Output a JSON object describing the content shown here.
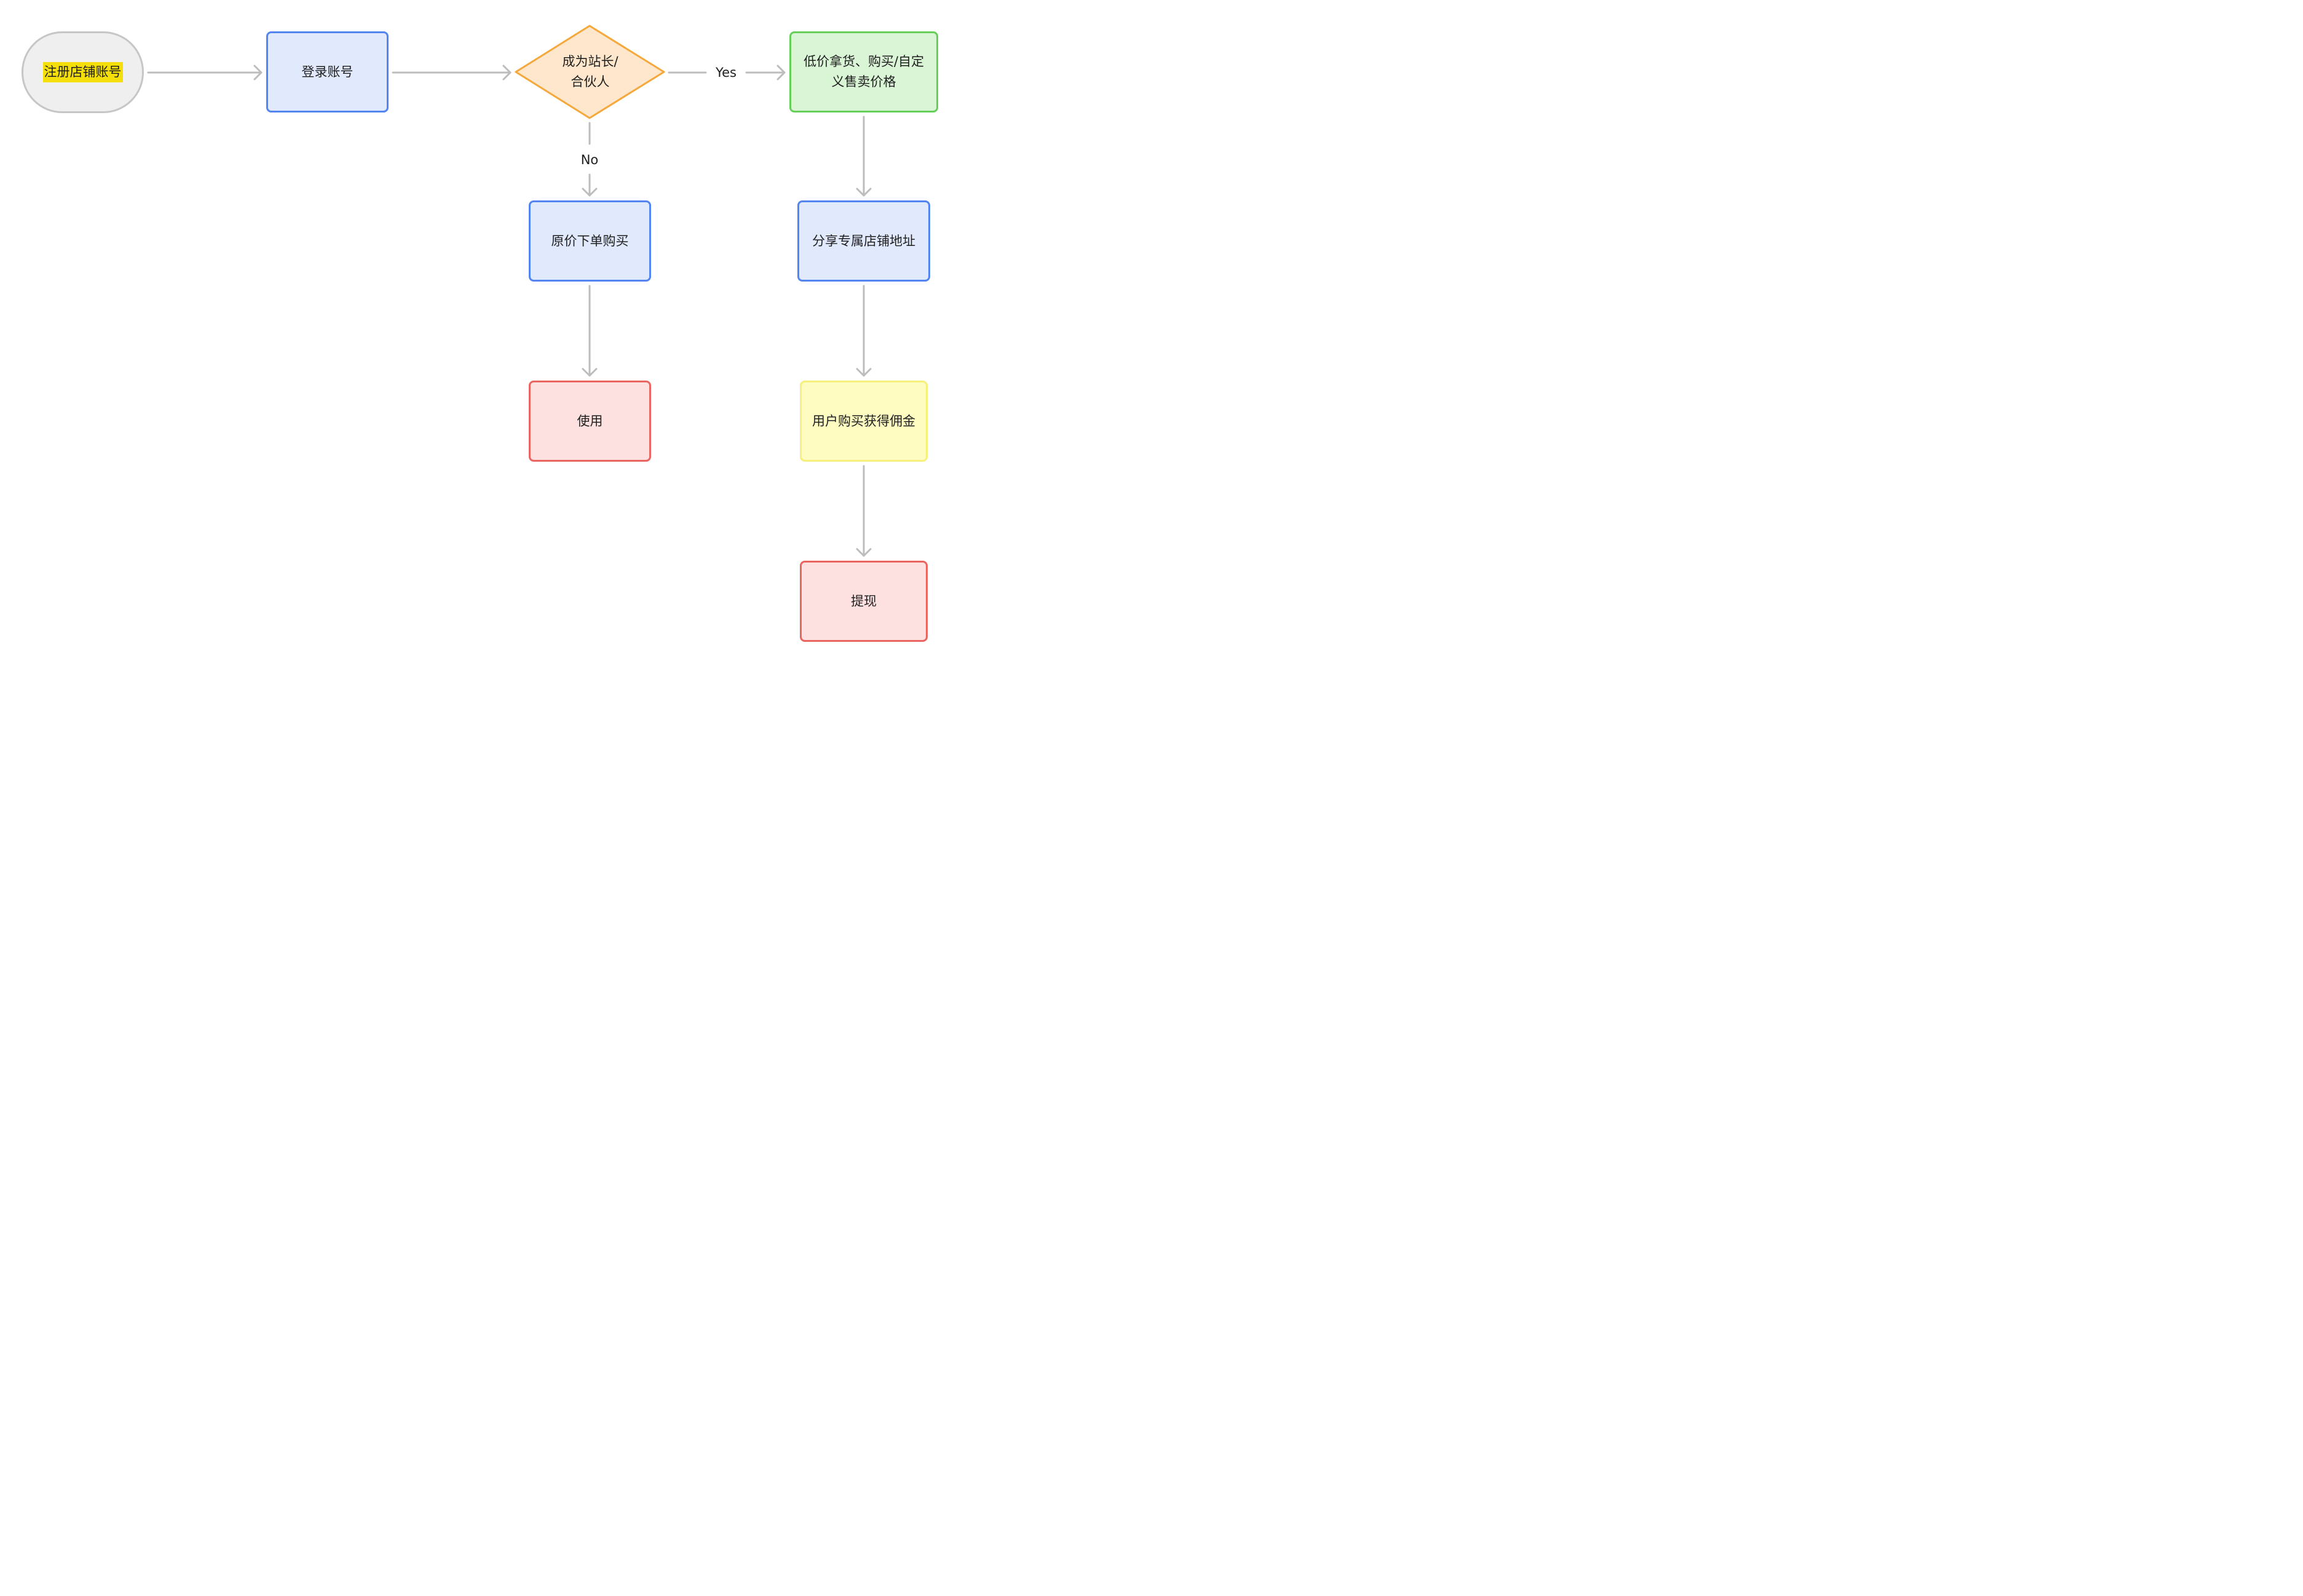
{
  "nodes": {
    "register": "注册店铺账号",
    "login": "登录账号",
    "decision_line1": "成为站长/",
    "decision_line2": "合伙人",
    "lowprice_line1": "低价拿货、购买/自定",
    "lowprice_line2": "义售卖价格",
    "original_price": "原价下单购买",
    "use": "使用",
    "share": "分享专属店铺地址",
    "commission": "用户购买获得佣金",
    "withdraw": "提现"
  },
  "edge_labels": {
    "yes": "Yes",
    "no": "No"
  },
  "colors": {
    "process_fill": "#e1e9fd",
    "process_border": "#5285ef",
    "decision_fill": "#fee7cc",
    "decision_border": "#f5a83b",
    "success_fill": "#d9f5d6",
    "success_border": "#66cf5a",
    "end_fill": "#fde0e0",
    "end_border": "#ea6560",
    "highlight_fill": "#fefcc1",
    "highlight_border": "#f7f07d",
    "start_fill": "#efefef",
    "start_border": "#c6c6c6",
    "connector": "#bdbdbd",
    "text_highlight": "#f5df0b"
  }
}
